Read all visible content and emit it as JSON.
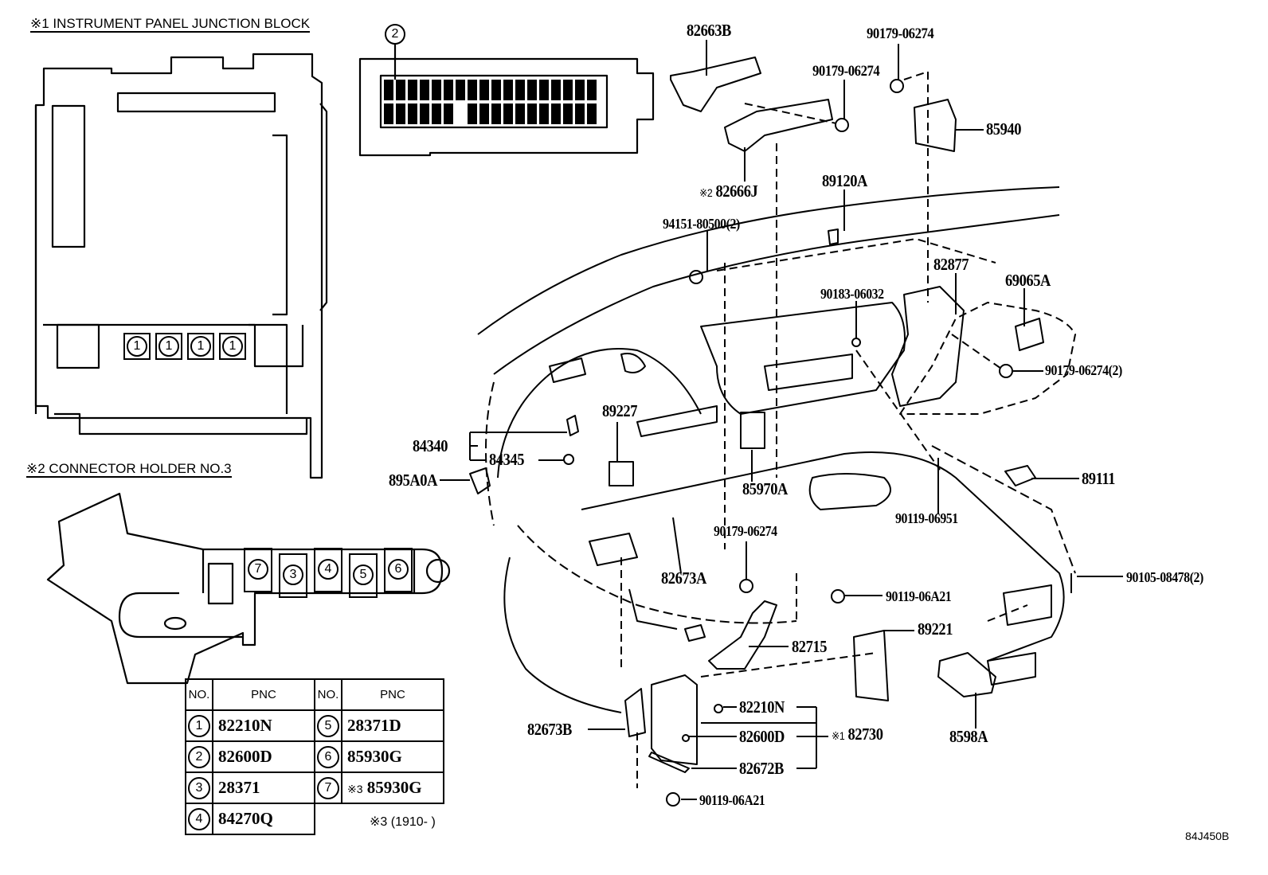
{
  "diagram": {
    "reference_code": "84J450B",
    "sections": {
      "junction_block_title": "※1 INSTRUMENT PANEL JUNCTION BLOCK",
      "connector_holder_title": "※2 CONNECTOR HOLDER NO.3"
    },
    "junction_block_connectors": [
      "1",
      "1",
      "1",
      "1"
    ],
    "junction_block_detail_callout": "2",
    "connector_holder_slots": [
      "",
      "7",
      "3",
      "4",
      "5",
      "6"
    ],
    "pnc_table": {
      "headers": [
        "NO.",
        "PNC",
        "NO.",
        "PNC"
      ],
      "rows": [
        {
          "no": "1",
          "pnc": "82210N",
          "no2": "5",
          "pnc2": "28371D"
        },
        {
          "no": "2",
          "pnc": "82600D",
          "no2": "6",
          "pnc2": "85930G"
        },
        {
          "no": "3",
          "pnc": "28371",
          "no2": "7",
          "pnc2_prefix": "※3",
          "pnc2": "85930G"
        },
        {
          "no": "4",
          "pnc": "84270Q"
        }
      ],
      "footnote": "※3 (1910-      )"
    },
    "part_labels": {
      "p82663B": "82663B",
      "p90179_06274_top": "90179-06274",
      "p90179_06274_mid": "90179-06274",
      "p85940": "85940",
      "p82666J_prefix": "※2",
      "p82666J": "82666J",
      "p89120A": "89120A",
      "p94151": "94151-80500(2)",
      "p82877": "82877",
      "p69065A": "69065A",
      "p90183": "90183-06032",
      "p90179_06274_2": "90179-06274(2)",
      "p89227": "89227",
      "p84340": "84340",
      "p84345": "84345",
      "p895A0A": "895A0A",
      "p85970A": "85970A",
      "p89111": "89111",
      "p90119_06951": "90119-06951",
      "p90179_06274_low": "90179-06274",
      "p82673A": "82673A",
      "p90105": "90105-08478(2)",
      "p90119_06A21_top": "90119-06A21",
      "p82715": "82715",
      "p89221": "89221",
      "p82210N": "82210N",
      "p82600D": "82600D",
      "p82672B": "82672B",
      "p82730_prefix": "※1",
      "p82730": "82730",
      "p82673B": "82673B",
      "p8598A": "8598A",
      "p90119_06A21_bottom": "90119-06A21"
    }
  }
}
